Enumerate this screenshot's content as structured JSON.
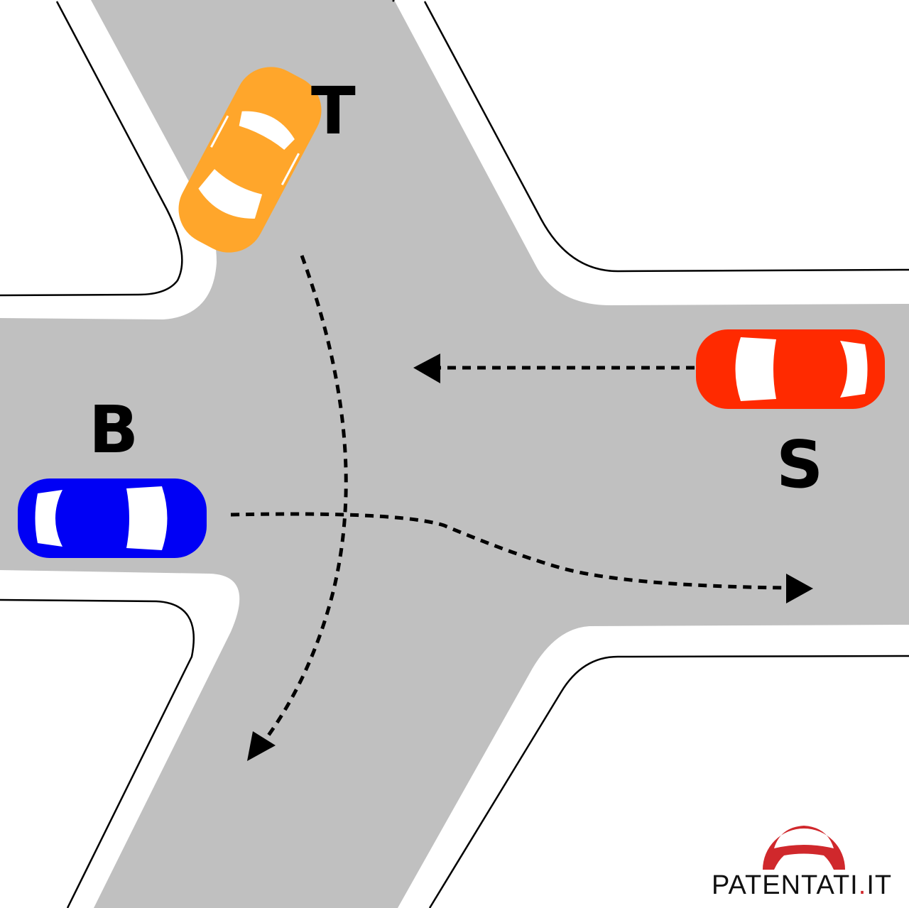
{
  "labels": {
    "t": "T",
    "b": "B",
    "s": "S"
  },
  "logo": {
    "text_main": "PATENTATI",
    "text_dot": ".",
    "text_tld": "IT"
  },
  "colors": {
    "road": "#c0c0c0",
    "car_t": "#ffa62b",
    "car_s": "#ff2a00",
    "car_b": "#0000f5",
    "logo_red": "#d0282c"
  }
}
